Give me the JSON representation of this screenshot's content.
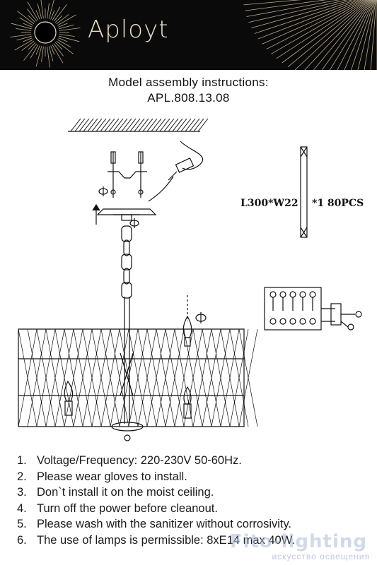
{
  "brand": {
    "name": "Aployt"
  },
  "document": {
    "title": "Model assembly instructions:",
    "model": "APL.808.13.08"
  },
  "diagram": {
    "crystal_spec": "L300*W22",
    "crystal_qty": "*1 80PCS"
  },
  "instructions": [
    {
      "num": "1.",
      "text": "Voltage/Frequency: 220-230V 50-60Hz."
    },
    {
      "num": "2.",
      "text": "Please wear gloves to install."
    },
    {
      "num": "3.",
      "text": "Don`t install it on the moist ceiling."
    },
    {
      "num": "4.",
      "text": "Turn off the power before cleanout."
    },
    {
      "num": "5.",
      "text": "Please wash with the sanitizer without corrosivity."
    },
    {
      "num": "6.",
      "text": "The use of lamps is permissible: 8xE14 max 40W."
    }
  ],
  "watermark": {
    "main": "Fito-lighting",
    "sub": "искусство освещения"
  }
}
